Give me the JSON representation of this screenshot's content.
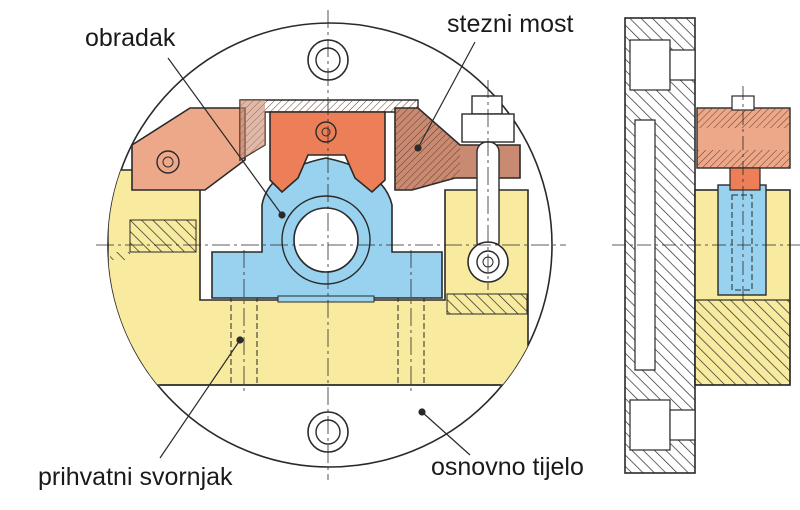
{
  "labels": {
    "workpiece": "obradak",
    "clamping_bridge": "stezni most",
    "locating_pin": "prihvatni svornjak",
    "base_body": "osnovno tijelo"
  },
  "colors": {
    "base": "#f8eba0",
    "base_dark": "#e9d873",
    "workpiece": "#98d2ef",
    "bridge": "#eda88a",
    "bridge_dark": "#c98a72",
    "jaw": "#ec7f57",
    "pin": "#e29a2a",
    "line": "#2a2a2a"
  }
}
